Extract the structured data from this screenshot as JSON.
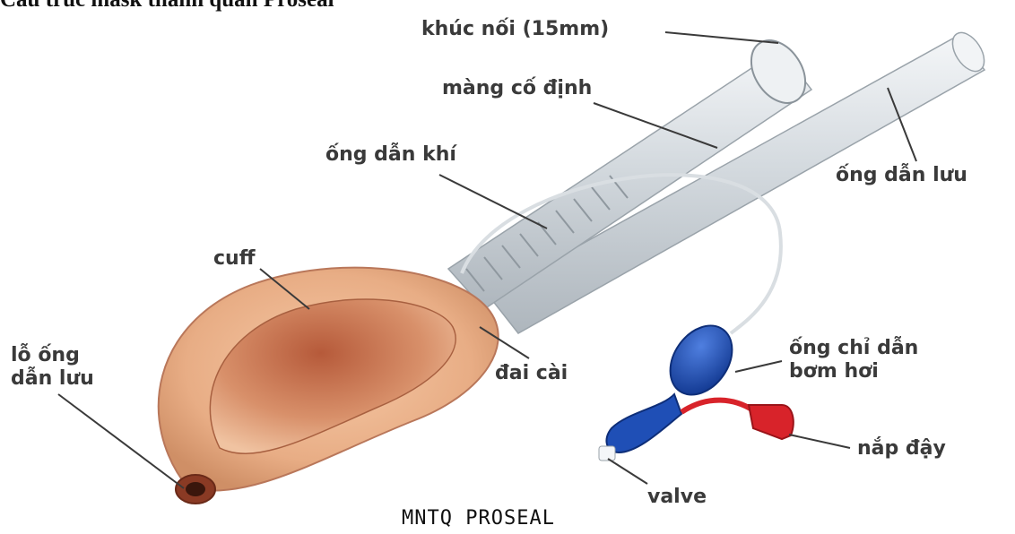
{
  "caption_top": "Cấu trúc mask thanh quản Proseal",
  "caption_bottom": "MNTQ PROSEAL",
  "labels": {
    "connector": "khúc nối (15mm)",
    "bite_block": "màng cố định",
    "airway_tube": "ống dẫn khí",
    "drain_tube": "ống dẫn lưu",
    "cuff": "cuff",
    "drain_port": "lỗ ống\ndẫn lưu",
    "strap": "đai cài",
    "pilot_line": "ống chỉ dẫn\nbơm hơi",
    "cap": "nắp đậy",
    "valve": "valve"
  },
  "colors": {
    "cuff": "#e9b38e",
    "cuff_inner": "#c9724c",
    "tube": "#d7dde2",
    "pilot_balloon": "#1d4fb5",
    "cap": "#d8232a",
    "label_text": "#3a3a3a"
  }
}
